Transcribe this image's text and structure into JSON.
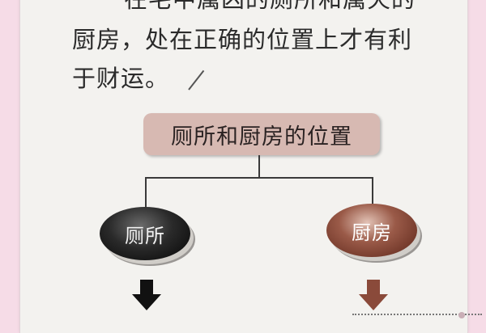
{
  "text": {
    "line1": "在宅中属凶的厕所和属火的",
    "line2": "厨房，处在正确的位置上才有利",
    "line3": "于财运。"
  },
  "diagram": {
    "title": "厕所和厨房的位置",
    "left_node": "厕所",
    "right_node": "厨房"
  },
  "colors": {
    "background": "#f6dce7",
    "page": "#f3f2ef",
    "title_box": "#d7b9b2",
    "left_node": "#111111",
    "right_node": "#8a4a3a"
  }
}
